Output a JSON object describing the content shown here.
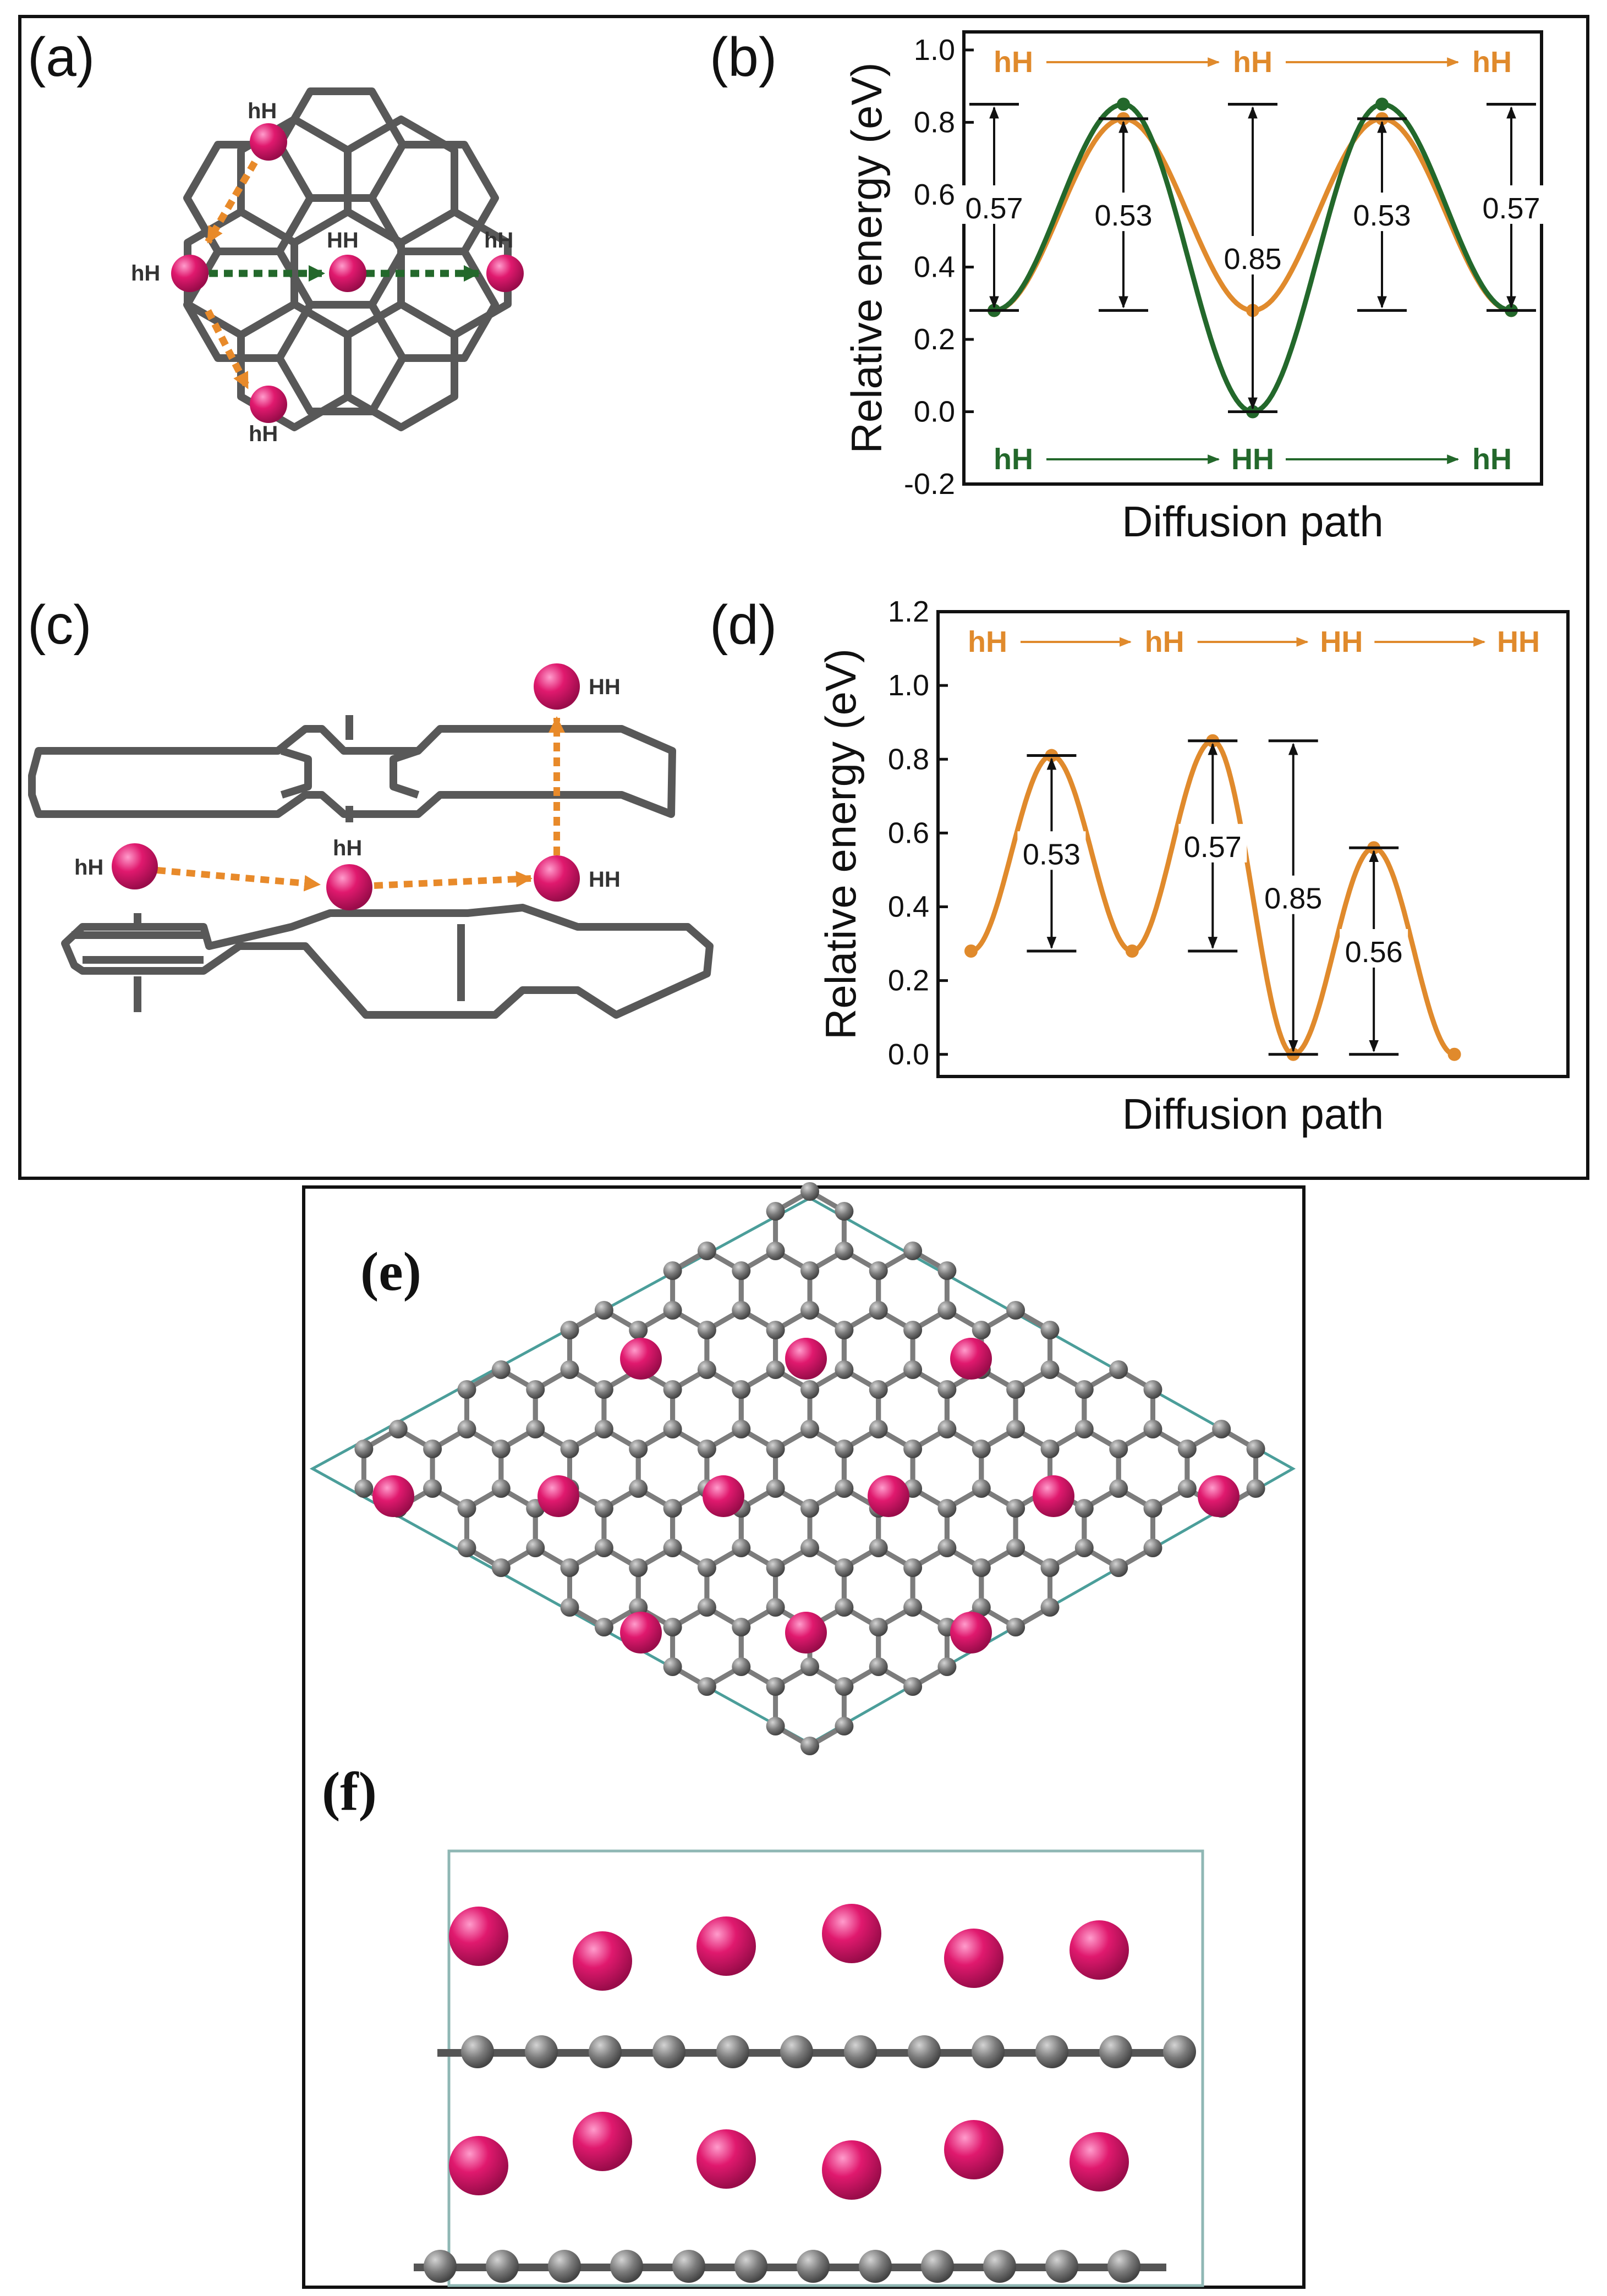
{
  "panels": {
    "a": {
      "label": "(a)",
      "site_labels": [
        {
          "text": "hH"
        },
        {
          "text": "hH"
        },
        {
          "text": "HH"
        },
        {
          "text": "hH"
        },
        {
          "text": "hH"
        }
      ]
    },
    "b": {
      "label": "(b)"
    },
    "c": {
      "label": "(c)",
      "site_labels": [
        {
          "text": "HH"
        },
        {
          "text": "hH"
        },
        {
          "text": "hH"
        },
        {
          "text": "HH"
        }
      ]
    },
    "d": {
      "label": "(d)"
    },
    "e": {
      "label": "(e)"
    },
    "f": {
      "label": "(f)"
    }
  },
  "chart_data": [
    {
      "panel": "b",
      "type": "line",
      "xlabel": "Diffusion path",
      "ylabel": "Relative energy (eV)",
      "ylim": [
        -0.2,
        1.05
      ],
      "xlim": [
        0,
        4
      ],
      "yticks": [
        "1.0",
        "0.8",
        "0.6",
        "0.4",
        "0.2",
        "0.0",
        "-0.2"
      ],
      "ytick_values": [
        1.0,
        0.8,
        0.6,
        0.4,
        0.2,
        0.0,
        -0.2
      ],
      "series": [
        {
          "color": "#e08a2c",
          "x": [
            0,
            1,
            2,
            3,
            4
          ],
          "y": [
            0.28,
            0.81,
            0.28,
            0.81,
            0.28
          ]
        },
        {
          "color": "#23682b",
          "x": [
            0,
            1,
            2,
            3,
            4
          ],
          "y": [
            0.28,
            0.85,
            0.0,
            0.85,
            0.28
          ]
        }
      ],
      "path_labels": {
        "top": {
          "color": "#e08a2c",
          "nodes": [
            "hH",
            "hH",
            "hH"
          ]
        },
        "bottom": {
          "color": "#23682b",
          "nodes": [
            "hH",
            "HH",
            "hH"
          ]
        }
      },
      "barriers": [
        {
          "x": 0,
          "from": 0.28,
          "to": 0.85,
          "label": "0.57"
        },
        {
          "x": 1,
          "from": 0.28,
          "to": 0.81,
          "label": "0.53"
        },
        {
          "x": 2,
          "from": 0.0,
          "to": 0.85,
          "label": "0.85"
        },
        {
          "x": 3,
          "from": 0.28,
          "to": 0.81,
          "label": "0.53"
        },
        {
          "x": 4,
          "from": 0.28,
          "to": 0.85,
          "label": "0.57"
        }
      ]
    },
    {
      "panel": "d",
      "type": "line",
      "xlabel": "Diffusion path",
      "ylabel": "Relative energy (eV)",
      "ylim": [
        -0.06,
        1.2
      ],
      "xlim": [
        0,
        7
      ],
      "yticks": [
        "1.2",
        "1.0",
        "0.8",
        "0.6",
        "0.4",
        "0.2",
        "0.0"
      ],
      "ytick_values": [
        1.2,
        1.0,
        0.8,
        0.6,
        0.4,
        0.2,
        0.0
      ],
      "series": [
        {
          "color": "#e08a2c",
          "x": [
            0,
            1,
            2,
            3,
            4,
            5,
            6
          ],
          "y": [
            0.28,
            0.81,
            0.28,
            0.85,
            0.0,
            0.56,
            0.0
          ]
        }
      ],
      "path_labels": {
        "top": {
          "color": "#e08a2c",
          "nodes": [
            "hH",
            "hH",
            "HH",
            "HH"
          ]
        }
      },
      "barriers": [
        {
          "x": 1,
          "from": 0.28,
          "to": 0.81,
          "label": "0.53"
        },
        {
          "x": 3,
          "from": 0.28,
          "to": 0.85,
          "label": "0.57"
        },
        {
          "x": 4,
          "from": 0.0,
          "to": 0.85,
          "label": "0.85"
        },
        {
          "x": 5,
          "from": 0.0,
          "to": 0.56,
          "label": "0.56"
        }
      ]
    }
  ]
}
